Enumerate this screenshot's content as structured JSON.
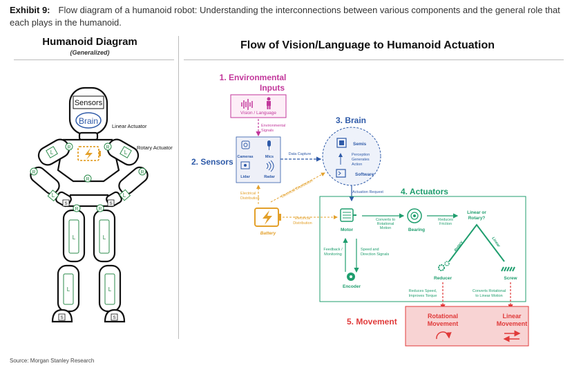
{
  "caption": {
    "exhibit": "Exhibit 9:",
    "text": "Flow diagram of a humanoid robot: Understanding the interconnections between various components and the general role that each plays in the humanoid."
  },
  "left": {
    "title": "Humanoid Diagram",
    "subtitle": "(Generalized)",
    "sensors_label": "Sensors",
    "brain_label": "Brain",
    "linear_actuator": "Linear Actuator",
    "rotary_actuator": "Rotary Actuator",
    "marker_l": "L",
    "marker_r": "R",
    "marker_s": "S"
  },
  "right": {
    "title": "Flow of Vision/Language to Humanoid Actuation",
    "env_title_1": "1. Environmental",
    "env_title_2": "Inputs",
    "vision_language": "Vision / Language",
    "env_signals_1": "Environmental",
    "env_signals_2": "Signals",
    "sensors_title": "2. Sensors",
    "cameras": "Cameras",
    "mics": "Mics",
    "lidar": "Lidar",
    "radar": "Radar",
    "data_capture": "Data Capture",
    "brain_title": "3. Brain",
    "semis": "Semis",
    "perception_1": "Perception",
    "perception_2": "Generates",
    "perception_3": "Action",
    "software": "Software",
    "actuation_request": "Actuation Request",
    "electrical_distribution": "Electrical Distribution",
    "elec_dist_1": "Electrical",
    "elec_dist_2": "Distribution",
    "battery": "Battery",
    "actuators_title": "4. Actuators",
    "motor": "Motor",
    "converts_rot_1": "Converts to",
    "converts_rot_2": "Rotational",
    "converts_rot_3": "Motion",
    "bearing": "Bearing",
    "reduces_friction_1": "Reduces",
    "reduces_friction_2": "Friction",
    "linear_or_rotary_1": "Linear or",
    "linear_or_rotary_2": "Rotary?",
    "rotary": "Rotary",
    "linear": "Linear",
    "feedback_1": "Feedback /",
    "feedback_2": "Monitoring",
    "speed_1": "Speed and",
    "speed_2": "Direction Signals",
    "encoder": "Encoder",
    "reducer": "Reducer",
    "screw": "Screw",
    "reduces_speed_1": "Reduces Speed,",
    "reduces_speed_2": "Improves Torque",
    "converts_lin_1": "Converts Rotational",
    "converts_lin_2": "to Linear Motion",
    "movement_title": "5. Movement",
    "rot_movement_1": "Rotational",
    "rot_movement_2": "Movement",
    "lin_movement_1": "Linear",
    "lin_movement_2": "Movement"
  },
  "source": "Source: Morgan Stanley Research",
  "colors": {
    "magenta": "#c2379b",
    "blue": "#2e5aa8",
    "green": "#1f9e6e",
    "orange": "#e3a02a",
    "red": "#e03a3a",
    "red_fill": "#f8d3d3"
  }
}
